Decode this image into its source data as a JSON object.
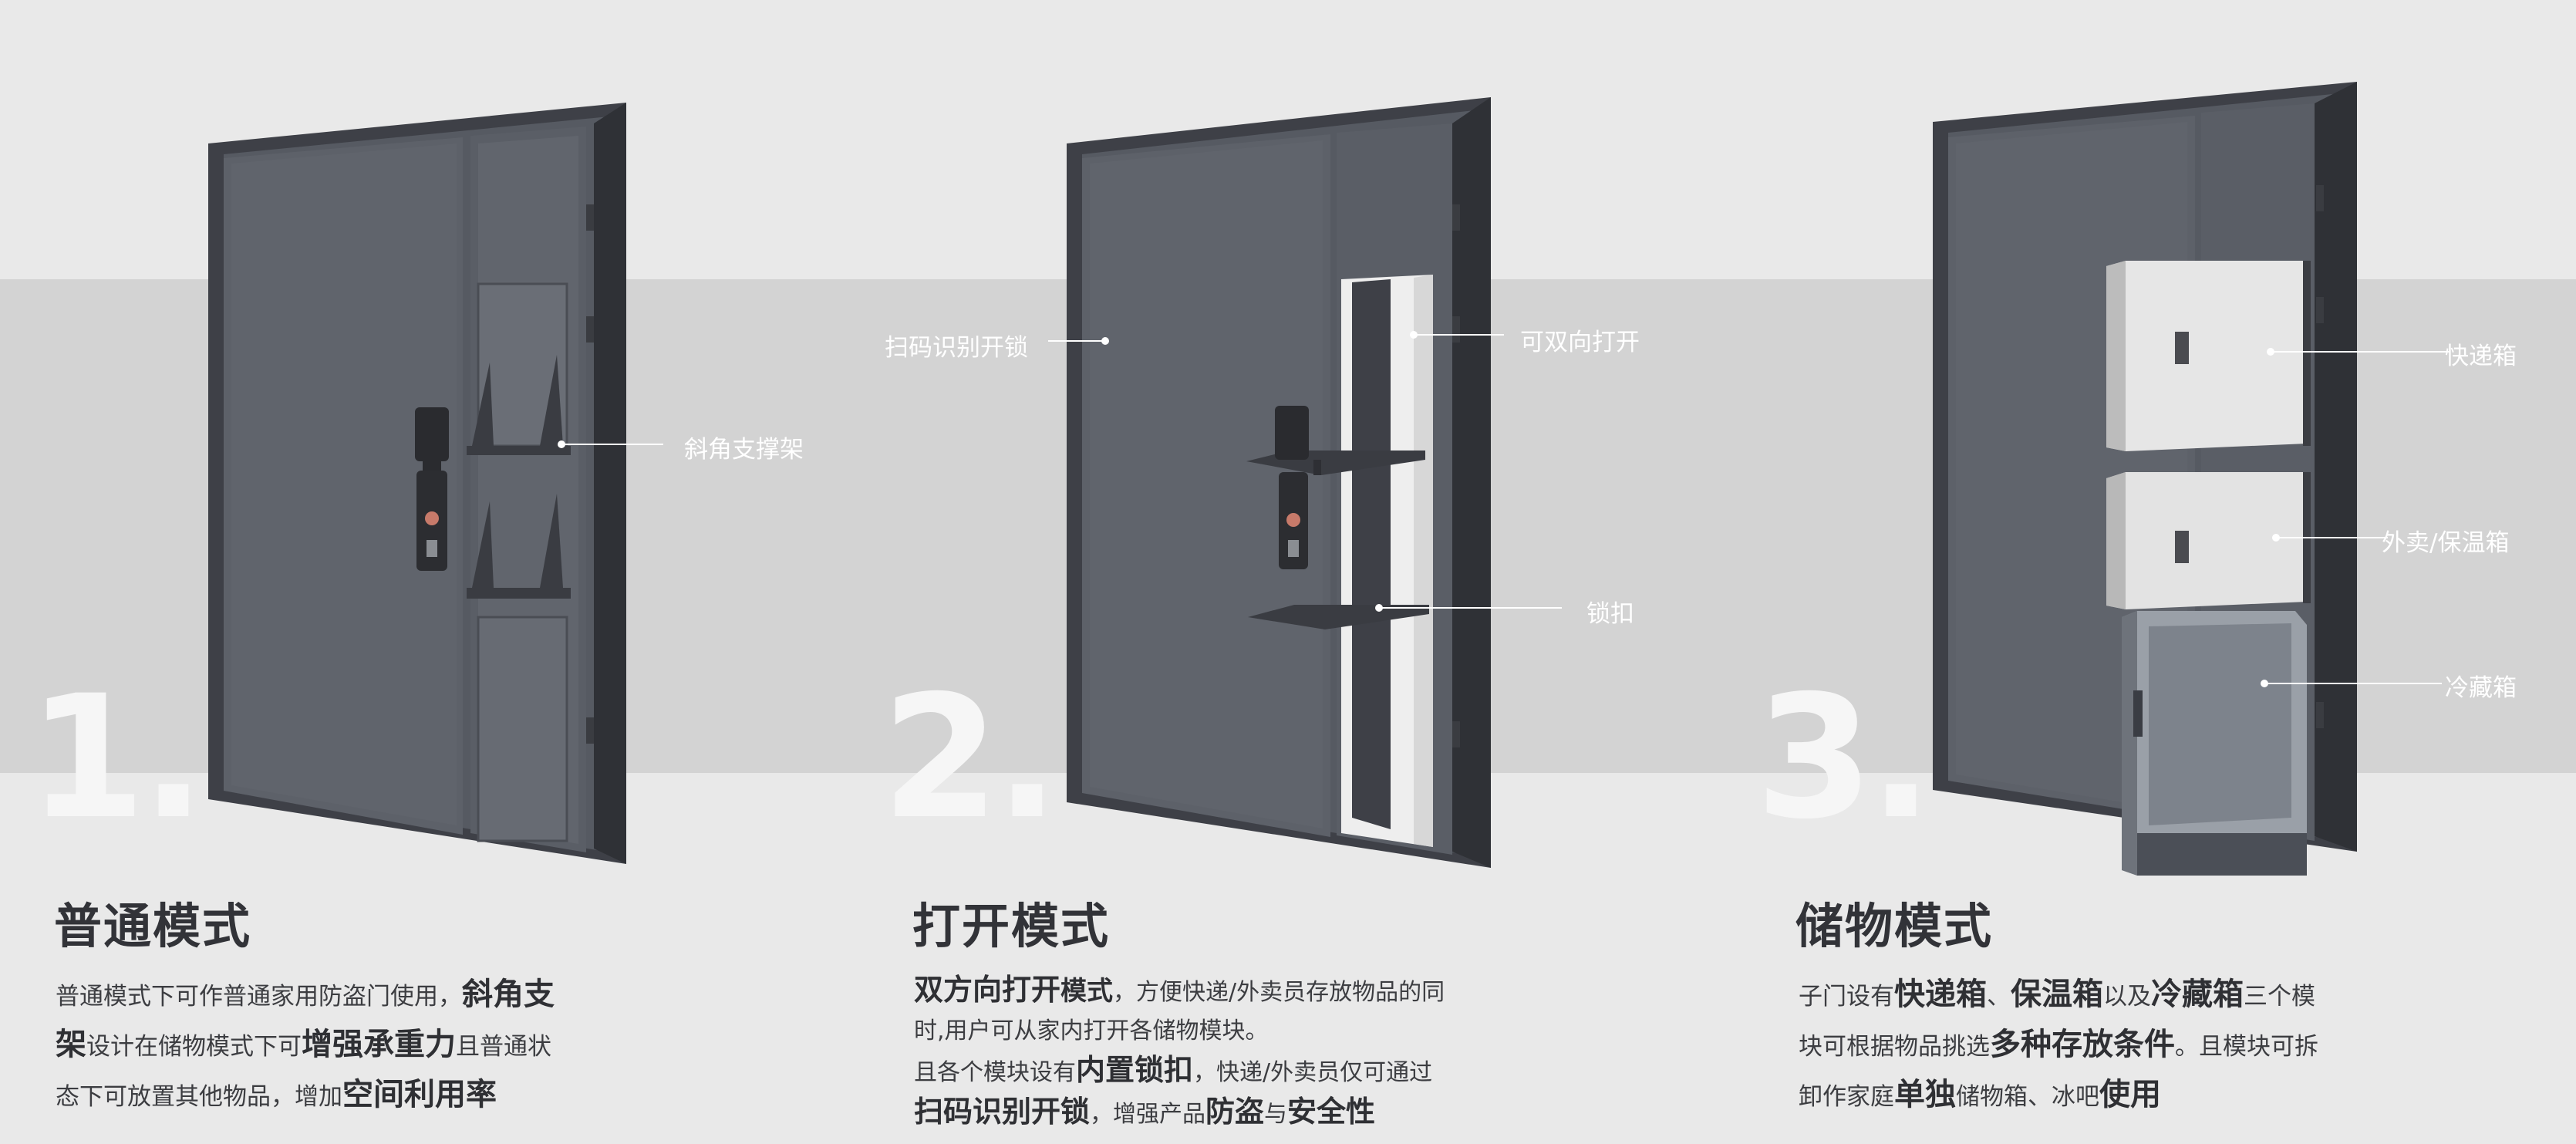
{
  "panels": [
    {
      "number": "1.",
      "title": "普通模式",
      "callouts": [
        "斜角支撑架"
      ],
      "desc_lines": [
        [
          {
            "t": "普通模式下可作普通家用防盗门使用，",
            "s": "n"
          },
          {
            "t": "斜角支",
            "s": "h"
          }
        ],
        [
          {
            "t": "架",
            "s": "h"
          },
          {
            "t": "设计在储物模式下可",
            "s": "n"
          },
          {
            "t": "增强承重力",
            "s": "h"
          },
          {
            "t": "且普通状",
            "s": "n"
          }
        ],
        [
          {
            "t": "态下可放置其他物品，增加",
            "s": "n"
          },
          {
            "t": "空间利用率",
            "s": "h"
          }
        ]
      ]
    },
    {
      "number": "2.",
      "title": "打开模式",
      "callouts": [
        "扫码识别开锁",
        "可双向打开",
        "锁扣"
      ],
      "desc_lines": [
        [
          {
            "t": "双方向打开",
            "s": "h"
          },
          {
            "t": "模式",
            "s": "m"
          },
          {
            "t": "，方便快递/外卖员存放物品的同",
            "s": "n"
          }
        ],
        [
          {
            "t": "时,用户可从家内打开各储物模块。",
            "s": "n"
          }
        ],
        [
          {
            "t": "且各个模块设有",
            "s": "n"
          },
          {
            "t": "内置锁扣",
            "s": "h"
          },
          {
            "t": "，快递/外卖员仅可通过",
            "s": "n"
          }
        ],
        [
          {
            "t": "扫码识别开锁",
            "s": "h"
          },
          {
            "t": "，增强产品",
            "s": "n"
          },
          {
            "t": "防盗",
            "s": "h"
          },
          {
            "t": "与",
            "s": "n"
          },
          {
            "t": "安全性",
            "s": "h"
          }
        ]
      ]
    },
    {
      "number": "3.",
      "title": "储物模式",
      "callouts": [
        "快递箱",
        "外卖/保温箱",
        "冷藏箱"
      ],
      "desc_lines": [
        [
          {
            "t": "子门设有",
            "s": "n"
          },
          {
            "t": "快递箱",
            "s": "h"
          },
          {
            "t": "、",
            "s": "n"
          },
          {
            "t": "保温箱",
            "s": "h"
          },
          {
            "t": "以及",
            "s": "n"
          },
          {
            "t": "冷藏箱",
            "s": "h"
          },
          {
            "t": "三个模",
            "s": "n"
          }
        ],
        [
          {
            "t": "块可根据物品挑选",
            "s": "n"
          },
          {
            "t": "多种存放条件",
            "s": "h"
          },
          {
            "t": "。且模块可拆",
            "s": "n"
          }
        ],
        [
          {
            "t": "卸作家庭",
            "s": "n"
          },
          {
            "t": "单独",
            "s": "h"
          },
          {
            "t": "储物箱、冰吧",
            "s": "n"
          },
          {
            "t": "使用",
            "s": "h"
          }
        ]
      ]
    }
  ],
  "colors": {
    "background": "#e9e9e9",
    "band": "#d3d3d3",
    "door": "#5b5f68",
    "frame": "#3e4047",
    "text_dark": "#323338",
    "callout_text": "#ffffff",
    "box_white": "#e8e8e8",
    "fridge": "#9aa0a8"
  }
}
